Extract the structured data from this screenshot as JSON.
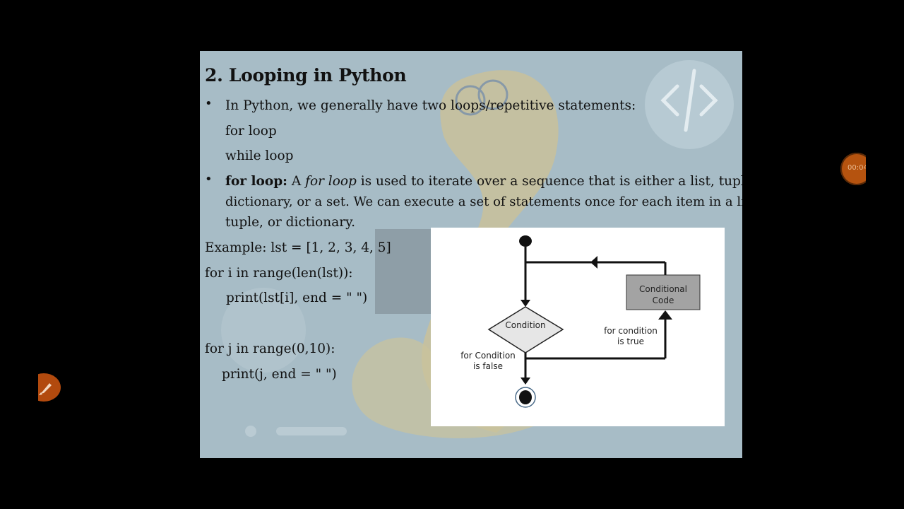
{
  "slide": {
    "title": "2. Looping  in Python",
    "bullet_symbol": "•",
    "intro": "In Python, we generally have two loops/repetitive statements:",
    "loops": [
      "for loop",
      "while loop"
    ],
    "forloop": {
      "heading": "for loop:",
      "text_a": " A ",
      "text_italic": "for loop",
      "text_b": " is used to iterate over a sequence that is either a list, tuple,",
      "line2": "dictionary, or a set. We can execute a set of statements once for each item in a list,",
      "line3": "tuple, or dictionary."
    },
    "code": {
      "example": "Example: lst = [1, 2, 3, 4, 5]",
      "line1": "for i in range(len(lst)):",
      "line2": "print(lst[i], end = \" \")",
      "line3": "for j in range(0,10):",
      "line4": "print(j, end = \" \")"
    }
  },
  "diagram": {
    "condition_label": "Condition",
    "code_label_1": "Conditional",
    "code_label_2": "Code",
    "true_label_1": "for condition",
    "true_label_2": "is true",
    "false_label_1": "for Condition",
    "false_label_2": "is false"
  },
  "recording": {
    "timer": "00:04"
  },
  "colors": {
    "slide_bg": "#a7bcc6",
    "record_button": "#b5530f",
    "pen_button": "#b24a0e",
    "process_box": "#a3a3a3",
    "decision_fill": "#e6e6e6"
  },
  "icons": {
    "pen": "pen-icon",
    "code_tag": "code-tag-icon"
  }
}
